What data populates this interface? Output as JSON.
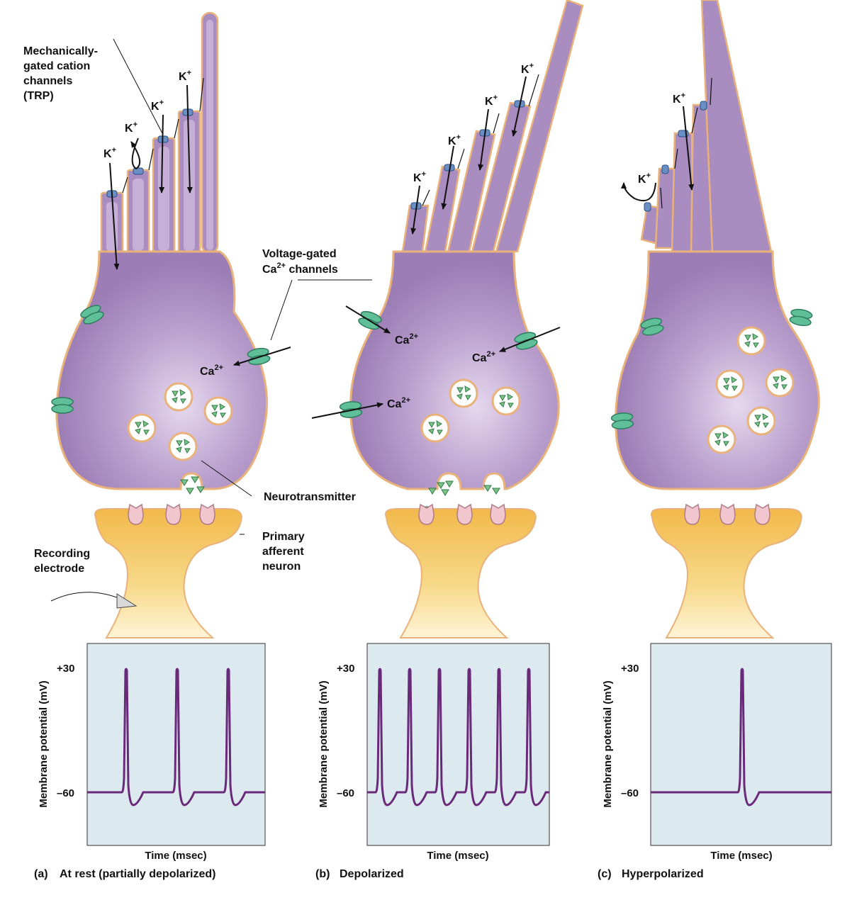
{
  "labels": {
    "trp_line1": "Mechanically-",
    "trp_line2": "gated cation",
    "trp_line3": "channels",
    "trp_line4": "(TRP)",
    "vgcc_line1": "Voltage-gated",
    "vgcc_line2_a": "Ca",
    "vgcc_line2_sup": "2+",
    "vgcc_line2_b": " channels",
    "neurotransmitter": "Neurotransmitter",
    "primary_line1": "Primary",
    "primary_line2": "afferent",
    "primary_line3": "neuron",
    "recording_line1": "Recording",
    "recording_line2": "electrode",
    "k_base": "K",
    "k_sup": "+",
    "ca_base": "Ca",
    "ca_sup": "2+"
  },
  "graph_axis": {
    "ylabel": "Membrane potential (mV)",
    "xlabel": "Time (msec)",
    "tick_top": "+30",
    "tick_bottom": "–60"
  },
  "captions": {
    "a_letter": "(a)",
    "a_text": "At rest (partially depolarized)",
    "b_letter": "(b)",
    "b_text": "Depolarized",
    "c_letter": "(c)",
    "c_text": "Hyperpolarized"
  },
  "colors": {
    "cell": "#a98cc0",
    "membrane": "#e9b27a",
    "channel": "#5fbf98",
    "neurotransmitter": "#7cc38a",
    "afferent": "#f2c25e",
    "trace": "#6a2a7a",
    "panel_bg": "#dce9ef"
  },
  "chart_data": [
    {
      "type": "line",
      "panel": "a",
      "y_ticks": [
        30,
        -60
      ],
      "spike_count": 3,
      "baseline_mV": -60,
      "peak_mV": 30
    },
    {
      "type": "line",
      "panel": "b",
      "y_ticks": [
        30,
        -60
      ],
      "spike_count": 6,
      "baseline_mV": -60,
      "peak_mV": 30
    },
    {
      "type": "line",
      "panel": "c",
      "y_ticks": [
        30,
        -60
      ],
      "spike_count": 1,
      "baseline_mV": -60,
      "peak_mV": 30
    }
  ]
}
